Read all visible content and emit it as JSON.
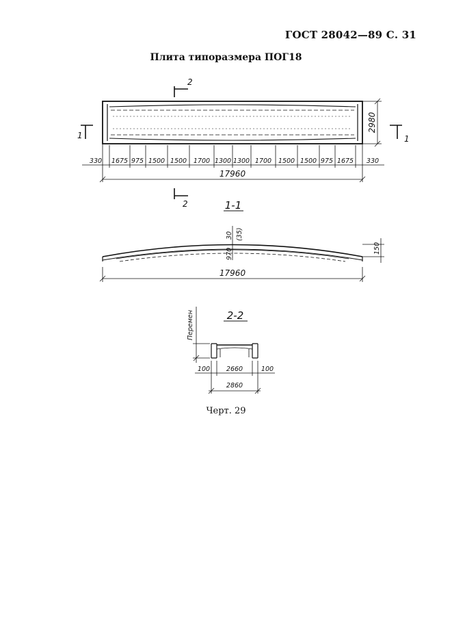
{
  "header": {
    "code": "ГОСТ 28042—89 С. 31"
  },
  "title": "Плита типоразмера ПОГ18",
  "caption": "Черт. 29",
  "plan": {
    "segments": [
      "330",
      "1675",
      "975",
      "1500",
      "1500",
      "1700",
      "1300",
      "1300",
      "1700",
      "1500",
      "1500",
      "975",
      "1675",
      "330"
    ],
    "total": "17960",
    "width": "2980",
    "section_mark_1": "1",
    "section_mark_2": "2"
  },
  "section_1": {
    "label": "1-1",
    "total": "17960",
    "height_end": "150",
    "dim_30": "30",
    "dim_35": "(35)",
    "dim_970": "970"
  },
  "section_2": {
    "label": "2-2",
    "variable": "Перемен",
    "left": "100",
    "middle": "2660",
    "right": "100",
    "total": "2860"
  }
}
